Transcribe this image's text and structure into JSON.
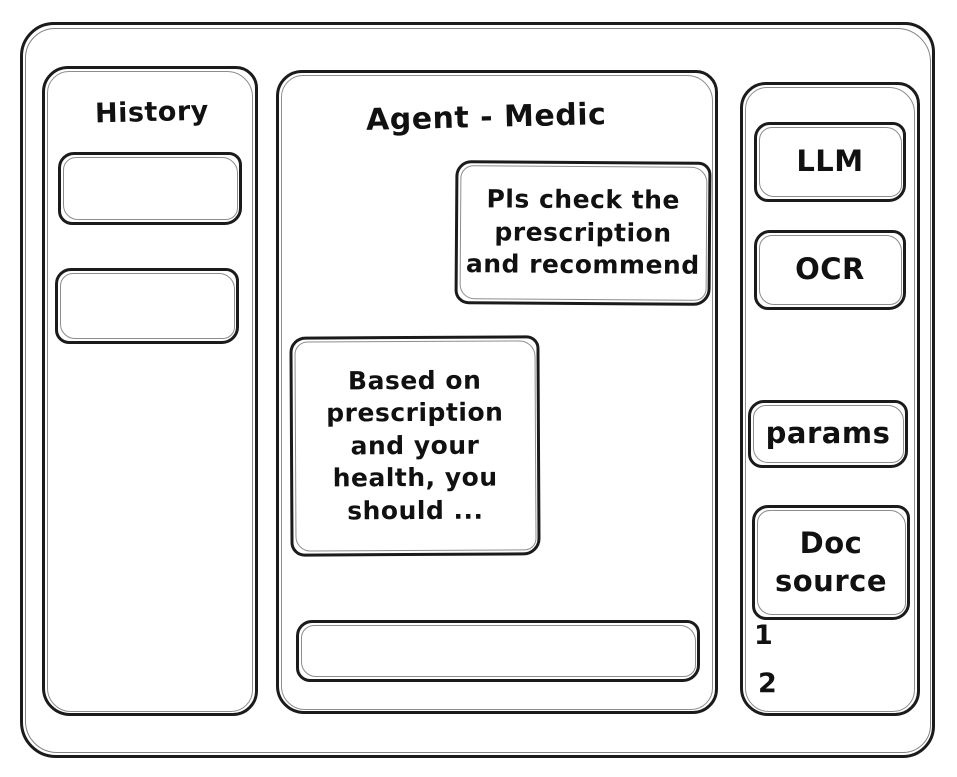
{
  "diagram": {
    "kind": "hand-drawn wireframe",
    "app_title": "Agent - Medic"
  },
  "sidebar_left": {
    "title": "History",
    "items": [
      {
        "label": "",
        "name": "history-item-1"
      },
      {
        "label": "",
        "name": "history-item-2"
      }
    ]
  },
  "main": {
    "title": "Agent - Medic",
    "messages": [
      {
        "role": "user",
        "align": "right",
        "lines": [
          "Pls check the",
          "prescription",
          "and recommend"
        ]
      },
      {
        "role": "assistant",
        "align": "left",
        "lines": [
          "Based on",
          "prescription",
          "and your",
          "health, you",
          "should ..."
        ]
      }
    ],
    "composer": {
      "value": "",
      "placeholder": ""
    }
  },
  "sidebar_right": {
    "buttons": [
      {
        "lines": [
          "LLM"
        ],
        "name": "llm-button"
      },
      {
        "lines": [
          "OCR"
        ],
        "name": "ocr-button"
      },
      {
        "lines": [
          "params"
        ],
        "name": "params-button"
      },
      {
        "lines": [
          "Doc",
          "source"
        ],
        "name": "doc-source-button"
      }
    ],
    "source_list": [
      "1",
      "2"
    ]
  },
  "colors": {
    "ink": "#1b1b1b",
    "paper": "#ffffff"
  }
}
